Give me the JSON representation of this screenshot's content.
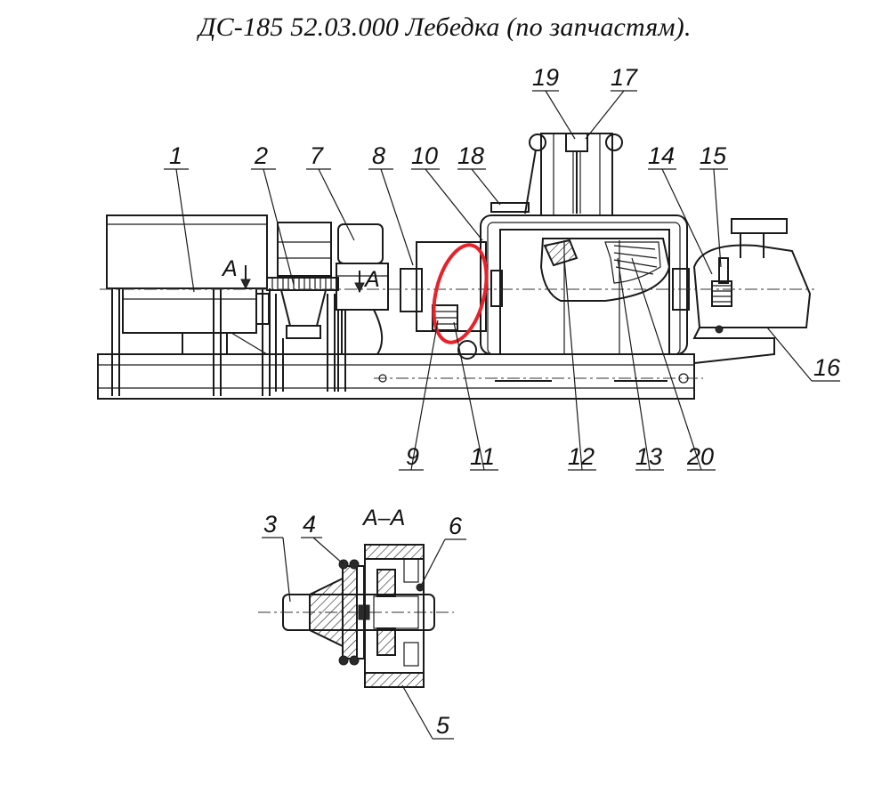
{
  "title": "ДС-185 52.03.000  Лебедка (по запчастям).",
  "section_label": "А–А",
  "cut_marks": [
    "А",
    "А"
  ],
  "highlight_color": "#e8222b",
  "callouts": {
    "c1": "1",
    "c2": "2",
    "c3": "3",
    "c4": "4",
    "c5": "5",
    "c6": "6",
    "c7": "7",
    "c8": "8",
    "c9": "9",
    "c10": "10",
    "c11": "11",
    "c12": "12",
    "c13": "13",
    "c14": "14",
    "c15": "15",
    "c16": "16",
    "c17": "17",
    "c18": "18",
    "c19": "19",
    "c20": "20"
  }
}
